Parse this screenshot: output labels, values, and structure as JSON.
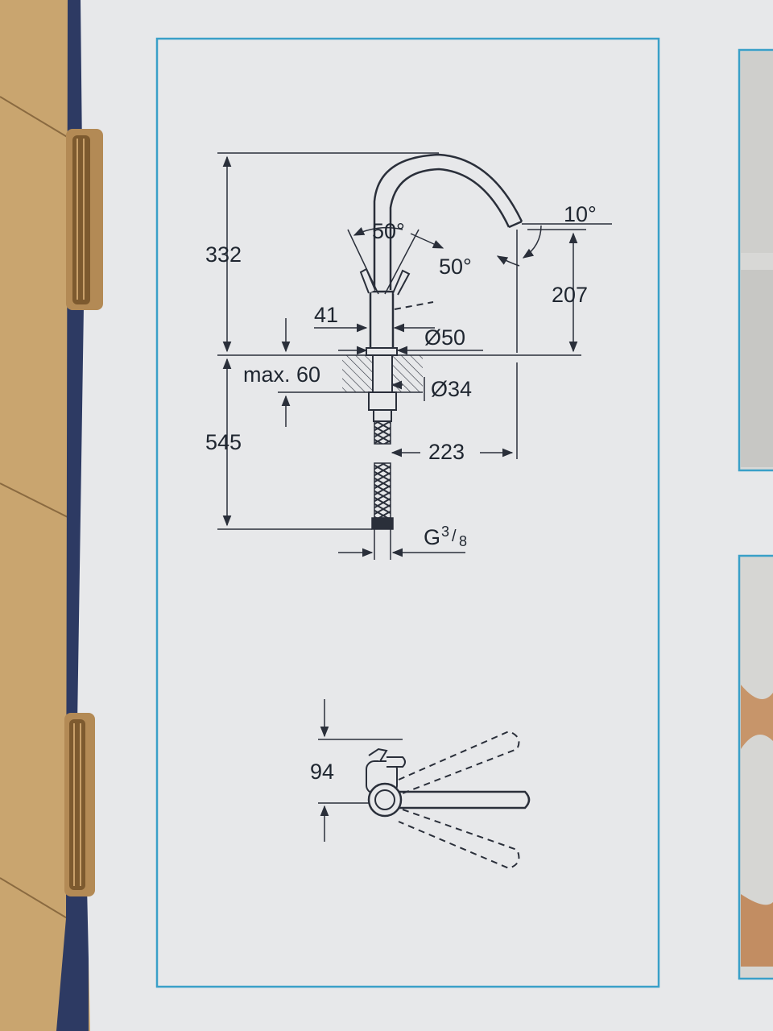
{
  "drawing": {
    "height_above_counter": "332",
    "lever_angle_left": "50°",
    "lever_angle_right": "50°",
    "spout_tilt": "10°",
    "spout_height": "207",
    "handle_offset": "41",
    "base_diameter": "Ø50",
    "counter_thickness": "max. 60",
    "hole_diameter": "Ø34",
    "hose_length": "545",
    "spout_reach": "223",
    "connection_thread": "G",
    "connection_thread_fraction_num": "3",
    "connection_thread_fraction_den": "8",
    "top_view_height": "94"
  },
  "colors": {
    "frame": "#3aa0c8",
    "line": "#2a2f3a",
    "paper": "#e7e8ea",
    "wood": "#c9a56f",
    "box_edge": "#2d3a63"
  }
}
